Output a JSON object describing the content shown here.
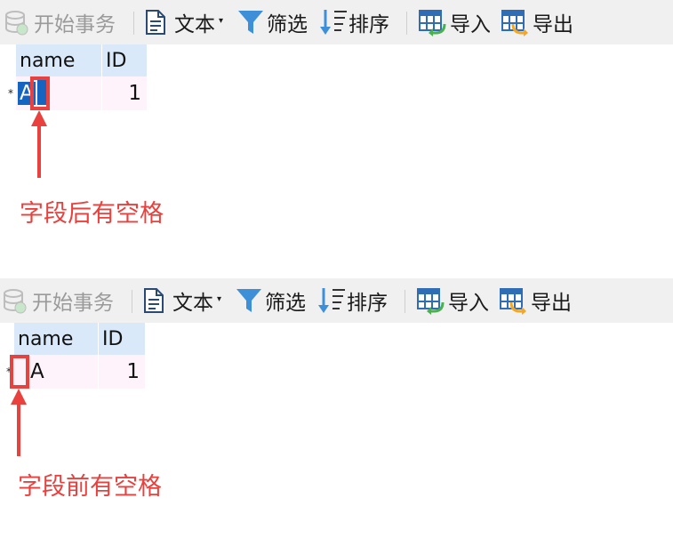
{
  "colors": {
    "toolbar_bg": "#f0f0f0",
    "header_bg": "#d9e9f9",
    "row_bg": "#fff3fb",
    "selection": "#1565c0",
    "annotation": "#e8413e"
  },
  "toolbar": {
    "begin_transaction": "开始事务",
    "text": "文本",
    "filter": "筛选",
    "sort": "排序",
    "import": "导入",
    "export": "导出"
  },
  "panels": [
    {
      "columns": [
        "name",
        "ID"
      ],
      "row": {
        "marker": "*",
        "name": "A",
        "id": "1"
      },
      "annotation": "字段后有空格"
    },
    {
      "columns": [
        "name",
        "ID"
      ],
      "row": {
        "marker": "*",
        "name": "A",
        "id": "1"
      },
      "annotation": "字段前有空格"
    }
  ]
}
